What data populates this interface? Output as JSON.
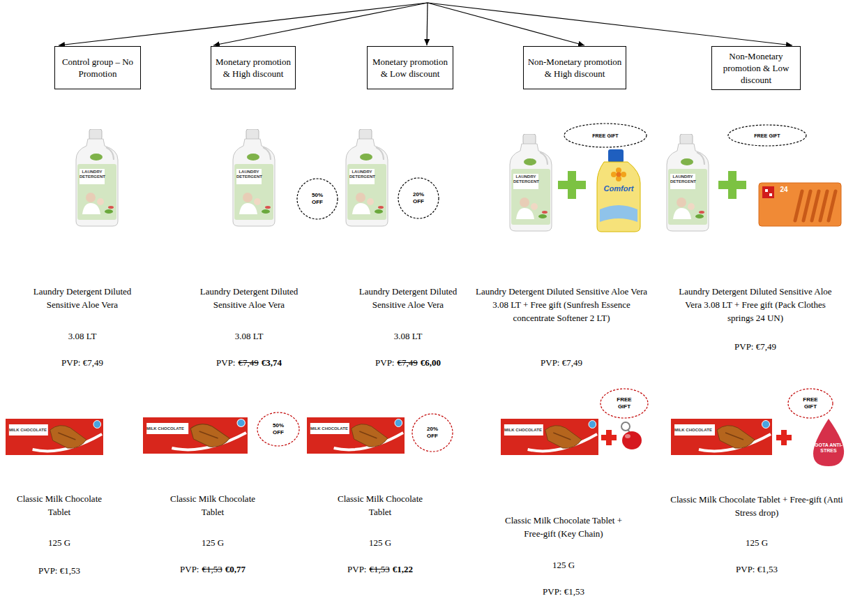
{
  "diagram": {
    "nodes": [
      {
        "text": [
          "Control group – No Promotion"
        ]
      },
      {
        "text": [
          "Monetary promotion & High discount"
        ]
      },
      {
        "text": [
          "Monetary promotion & Low discount"
        ]
      },
      {
        "text": [
          "Non-Monetary promotion & High discount"
        ]
      },
      {
        "text": [
          "Non-Monetary promotion & Low discount"
        ]
      },
      {
        "text": [
          "50% OFF"
        ]
      },
      {
        "text": [
          "20% OFF"
        ]
      },
      {
        "text": [
          "FREE GIFT"
        ]
      },
      {
        "text": [
          "FREE GIFT"
        ]
      },
      {
        "text": [
          "50% OFF"
        ]
      },
      {
        "text": [
          "20% OFF"
        ]
      },
      {
        "text": [
          "FREE GIFT"
        ]
      },
      {
        "text": [
          "FREE GIFT"
        ]
      }
    ],
    "labels": [
      "LAUNDRY DETERGENT",
      "Laundry Detergent Diluted Sensitive Aloe Vera",
      "3.08 LT",
      "PVP: €7,49",
      "LAUNDRY DETERGENT",
      "Laundry Detergent Diluted Sensitive Aloe Vera",
      "3.08 LT",
      "PVP:",
      "€7,49",
      "€3,74",
      "LAUNDRY DETERGENT",
      "Laundry Detergent Diluted Sensitive Aloe Vera",
      "3.08 LT",
      "PVP:",
      "€7,49",
      "€6,00",
      "LAUNDRY DETERGENT",
      "Comfort",
      "Laundry Detergent Diluted Sensitive Aloe Vera 3.08 LT + Free gift (Sunfresh Essence concentrate Softener 2 LT)",
      "PVP: €7,49",
      "LAUNDRY DETERGENT",
      "24",
      "Laundry Detergent Diluted Sensitive Aloe Vera 3.08 LT + Free gift (Pack Clothes springs 24 UN)",
      "PVP: €7,49",
      "MILK CHOCOLATE",
      "Classic Milk Chocolate Tablet",
      "125 G",
      "PVP: €1,53",
      "MILK CHOCOLATE",
      "Classic Milk Chocolate Tablet",
      "125 G",
      "PVP:",
      "€1,53",
      "€0,77",
      "MILK CHOCOLATE",
      "Classic Milk Chocolate Tablet",
      "125 G",
      "PVP:",
      "€1,53",
      "€1,22",
      "MILK CHOCOLATE",
      "Classic Milk Chocolate Tablet + Free-gift (Key Chain)",
      "125 G",
      "PVP: €1,53",
      "MILK CHOCOLATE",
      "GOTA ANTI-STRES",
      "Classic Milk Chocolate Tablet + Free-gift (Anti Stress drop)",
      "125 G",
      "PVP: €1,53"
    ]
  }
}
